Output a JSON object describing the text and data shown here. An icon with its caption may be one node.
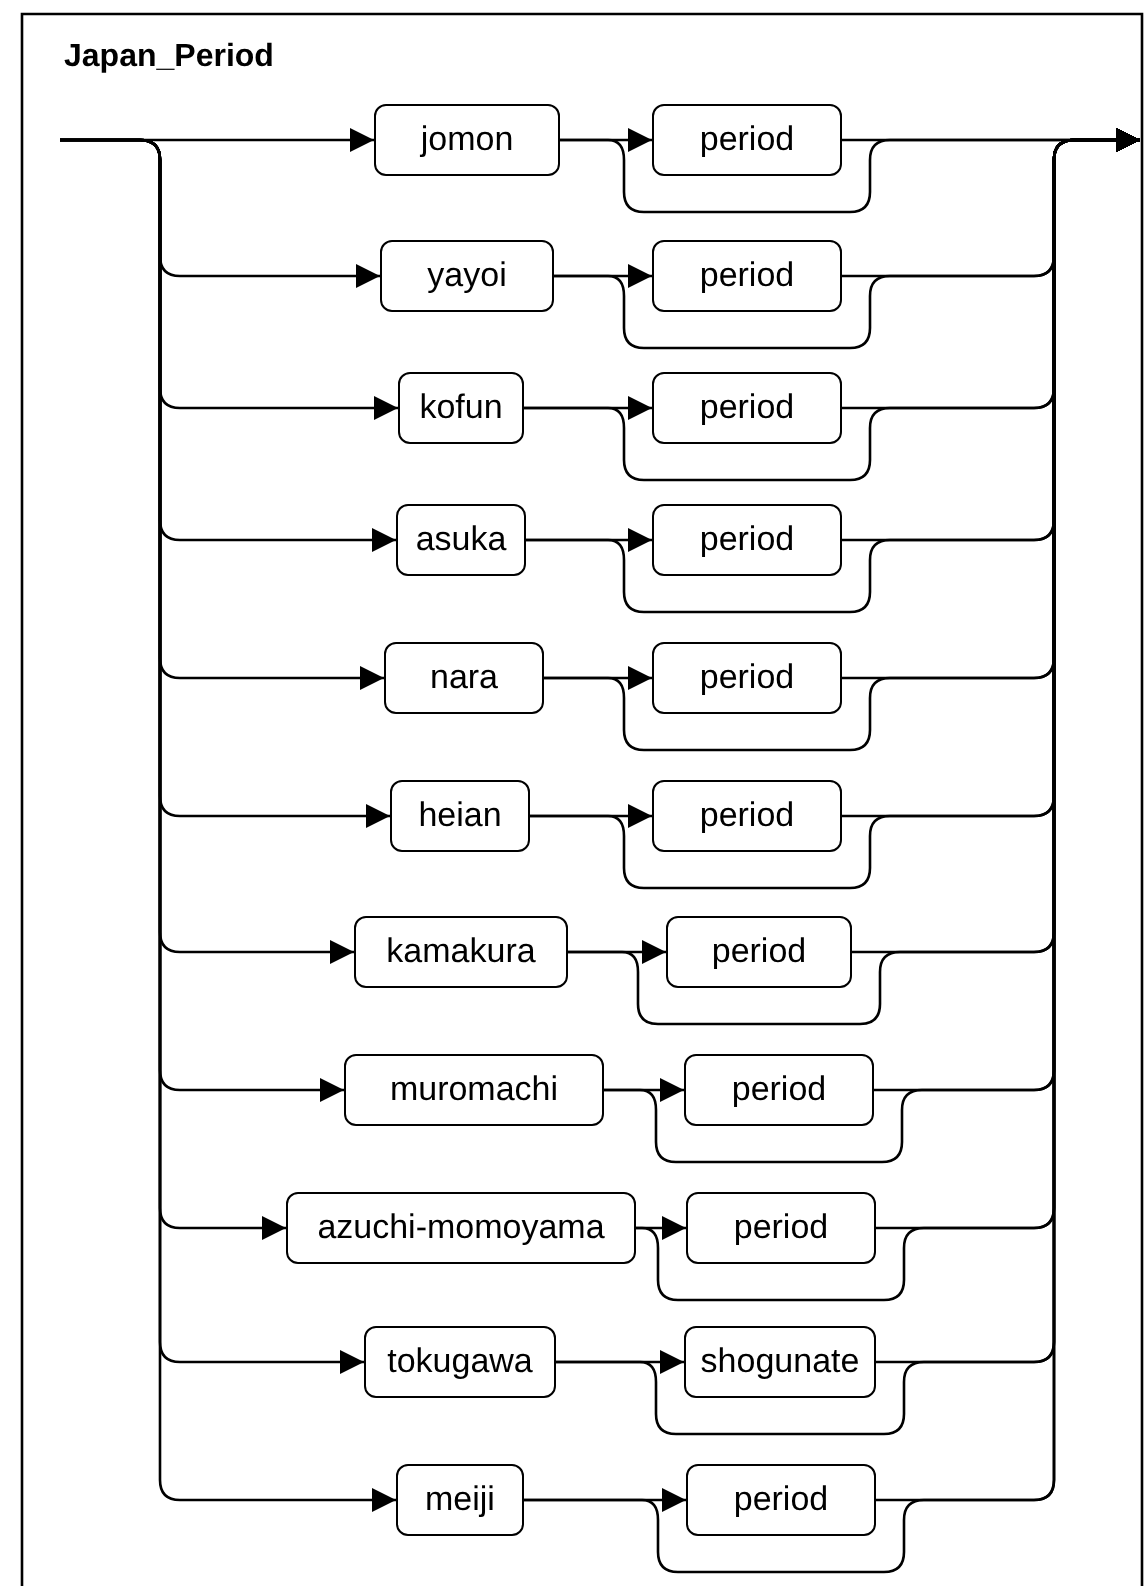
{
  "diagram": {
    "title": "Japan_Period",
    "nodes": [
      {
        "text": [
          "jomon"
        ]
      },
      {
        "text": [
          "period"
        ]
      },
      {
        "text": [
          "yayoi"
        ]
      },
      {
        "text": [
          "period"
        ]
      },
      {
        "text": [
          "kofun"
        ]
      },
      {
        "text": [
          "period"
        ]
      },
      {
        "text": [
          "asuka"
        ]
      },
      {
        "text": [
          "period"
        ]
      },
      {
        "text": [
          "nara"
        ]
      },
      {
        "text": [
          "period"
        ]
      },
      {
        "text": [
          "heian"
        ]
      },
      {
        "text": [
          "period"
        ]
      },
      {
        "text": [
          "kamakura"
        ]
      },
      {
        "text": [
          "period"
        ]
      },
      {
        "text": [
          "muromachi"
        ]
      },
      {
        "text": [
          "period"
        ]
      },
      {
        "text": [
          "azuchi-momoyama"
        ]
      },
      {
        "text": [
          "period"
        ]
      },
      {
        "text": [
          "tokugawa"
        ]
      },
      {
        "text": [
          "shogunate"
        ]
      },
      {
        "text": [
          "meiji"
        ]
      },
      {
        "text": [
          "period"
        ]
      }
    ],
    "edges": [
      {
        "from": null,
        "to": 0,
        "arrow": "to"
      },
      {
        "from": 0,
        "to": 1,
        "arrow": "to"
      },
      {
        "from": 1,
        "to": null,
        "arrow": "to"
      },
      {
        "from": 0,
        "to": null,
        "arrow": "to"
      },
      {
        "from": null,
        "to": 2,
        "arrow": "to"
      },
      {
        "from": 2,
        "to": 3,
        "arrow": "to"
      },
      {
        "from": 3,
        "to": null,
        "arrow": "to"
      },
      {
        "from": 2,
        "to": null,
        "arrow": "to"
      },
      {
        "from": null,
        "to": 4,
        "arrow": "to"
      },
      {
        "from": 4,
        "to": 5,
        "arrow": "to"
      },
      {
        "from": 5,
        "to": null,
        "arrow": "to"
      },
      {
        "from": 4,
        "to": null,
        "arrow": "to"
      },
      {
        "from": null,
        "to": 6,
        "arrow": "to"
      },
      {
        "from": 6,
        "to": 7,
        "arrow": "to"
      },
      {
        "from": 7,
        "to": null,
        "arrow": "to"
      },
      {
        "from": 6,
        "to": null,
        "arrow": "to"
      },
      {
        "from": null,
        "to": 8,
        "arrow": "to"
      },
      {
        "from": 8,
        "to": 9,
        "arrow": "to"
      },
      {
        "from": 9,
        "to": null,
        "arrow": "to"
      },
      {
        "from": 8,
        "to": null,
        "arrow": "to"
      },
      {
        "from": null,
        "to": 10,
        "arrow": "to"
      },
      {
        "from": 10,
        "to": 11,
        "arrow": "to"
      },
      {
        "from": 11,
        "to": null,
        "arrow": "to"
      },
      {
        "from": 10,
        "to": null,
        "arrow": "to"
      },
      {
        "from": null,
        "to": 12,
        "arrow": "to"
      },
      {
        "from": 12,
        "to": 13,
        "arrow": "to"
      },
      {
        "from": 13,
        "to": null,
        "arrow": "to"
      },
      {
        "from": 12,
        "to": null,
        "arrow": "to"
      },
      {
        "from": null,
        "to": 14,
        "arrow": "to"
      },
      {
        "from": 14,
        "to": 15,
        "arrow": "to"
      },
      {
        "from": 15,
        "to": null,
        "arrow": "to"
      },
      {
        "from": 14,
        "to": null,
        "arrow": "to"
      },
      {
        "from": null,
        "to": 16,
        "arrow": "to"
      },
      {
        "from": 16,
        "to": 17,
        "arrow": "to"
      },
      {
        "from": 17,
        "to": null,
        "arrow": "to"
      },
      {
        "from": 16,
        "to": null,
        "arrow": "to"
      },
      {
        "from": null,
        "to": 18,
        "arrow": "to"
      },
      {
        "from": 18,
        "to": 19,
        "arrow": "to"
      },
      {
        "from": 19,
        "to": null,
        "arrow": "to"
      },
      {
        "from": 18,
        "to": null,
        "arrow": "to"
      },
      {
        "from": null,
        "to": 20,
        "arrow": "to"
      },
      {
        "from": 20,
        "to": 21,
        "arrow": "to"
      },
      {
        "from": 21,
        "to": null,
        "arrow": "to"
      },
      {
        "from": 20,
        "to": null,
        "arrow": "to"
      }
    ]
  }
}
